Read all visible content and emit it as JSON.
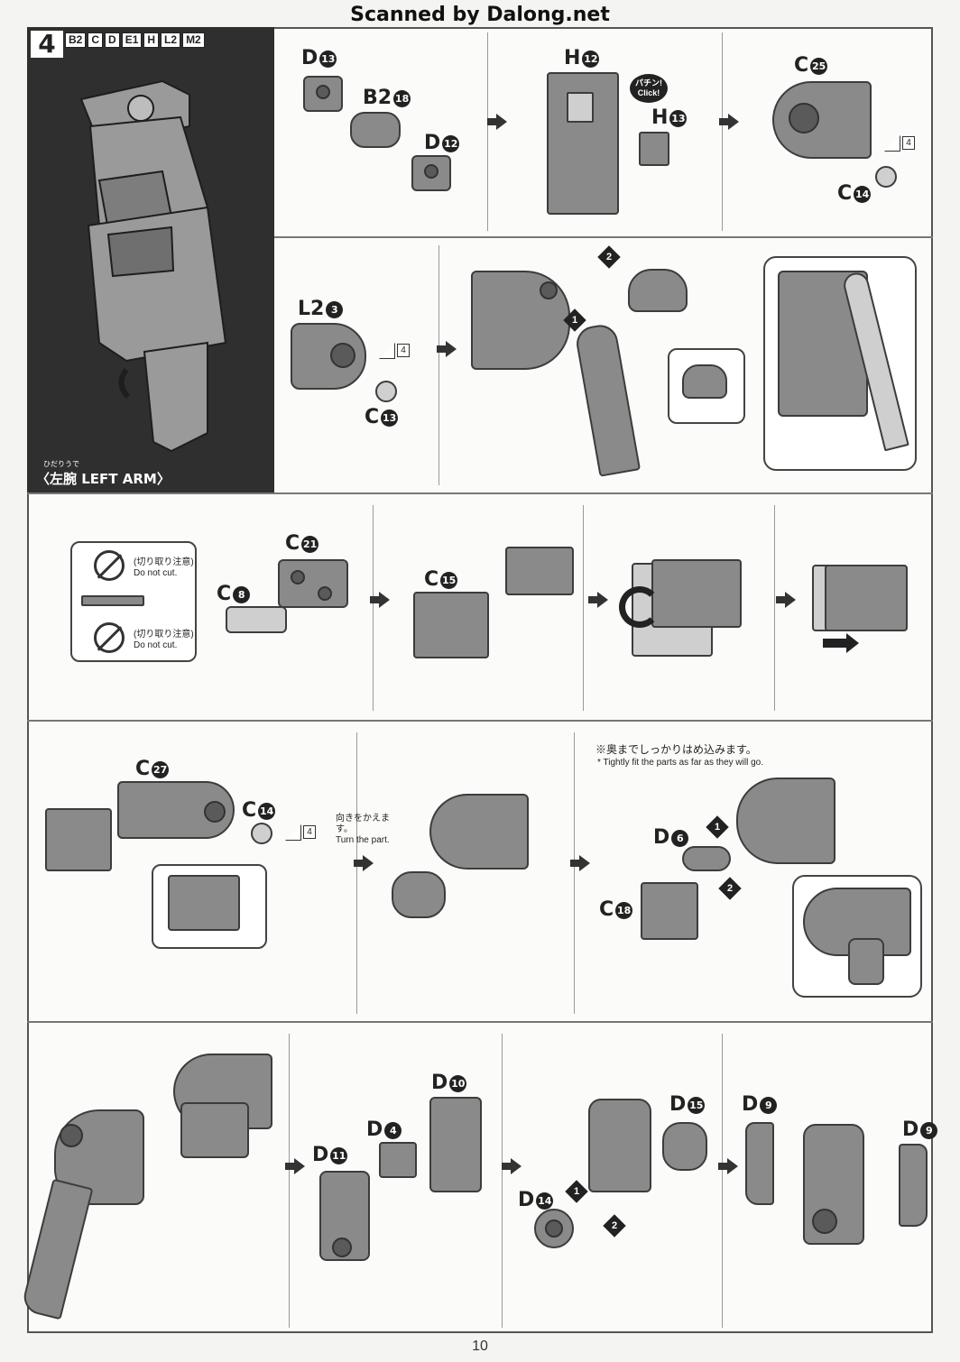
{
  "header": {
    "scan_credit": "Scanned by Dalong.net"
  },
  "step": {
    "number": "4",
    "runners": [
      "B2",
      "C",
      "D",
      "E1",
      "H",
      "L2",
      "M2"
    ],
    "title_jp": "〈左腕",
    "title_en": "LEFT ARM〉",
    "title_ruby": "ひだりうで"
  },
  "row1": {
    "a": {
      "parts": [
        {
          "runner": "D",
          "num": "13"
        },
        {
          "runner": "B2",
          "num": "18"
        },
        {
          "runner": "D",
          "num": "12"
        }
      ]
    },
    "b": {
      "parts": [
        {
          "runner": "H",
          "num": "12"
        },
        {
          "runner": "H",
          "num": "13"
        }
      ],
      "click_jp": "パチン!",
      "click_en": "Click!"
    },
    "c": {
      "parts": [
        {
          "runner": "C",
          "num": "25"
        },
        {
          "runner": "C",
          "num": "14"
        }
      ],
      "tool_num": "4"
    }
  },
  "row2": {
    "a": {
      "parts": [
        {
          "runner": "L2",
          "num": "3"
        },
        {
          "runner": "C",
          "num": "13"
        }
      ],
      "tool_num": "4"
    },
    "b": {
      "seq": [
        "1",
        "2"
      ]
    }
  },
  "row3": {
    "a": {
      "parts": [
        {
          "runner": "C",
          "num": "21"
        },
        {
          "runner": "C",
          "num": "8"
        }
      ],
      "notes_jp": [
        "(切り取り注意)",
        "(切り取り注意)"
      ],
      "notes_en": [
        "Do not cut.",
        "Do not cut."
      ]
    },
    "b": {
      "parts": [
        {
          "runner": "C",
          "num": "15"
        }
      ]
    }
  },
  "row4": {
    "a": {
      "parts": [
        {
          "runner": "C",
          "num": "27"
        },
        {
          "runner": "C",
          "num": "14"
        }
      ],
      "tool_num": "4"
    },
    "turn_jp": "向きをかえます。",
    "turn_en": "Turn the part.",
    "c": {
      "note_jp": "※奥までしっかりはめ込みます。",
      "note_en": "* Tightly fit the parts as far as they will go.",
      "parts": [
        {
          "runner": "D",
          "num": "6"
        },
        {
          "runner": "C",
          "num": "18"
        }
      ],
      "seq": [
        "1",
        "2"
      ]
    }
  },
  "row5": {
    "b": {
      "parts": [
        {
          "runner": "D",
          "num": "10"
        },
        {
          "runner": "D",
          "num": "4"
        },
        {
          "runner": "D",
          "num": "11"
        }
      ]
    },
    "c": {
      "parts": [
        {
          "runner": "D",
          "num": "15"
        },
        {
          "runner": "D",
          "num": "14"
        }
      ],
      "seq": [
        "1",
        "2"
      ]
    },
    "d": {
      "parts": [
        {
          "runner": "D",
          "num": "9"
        },
        {
          "runner": "D",
          "num": "9"
        }
      ]
    }
  },
  "footer": {
    "page_number": "10"
  }
}
